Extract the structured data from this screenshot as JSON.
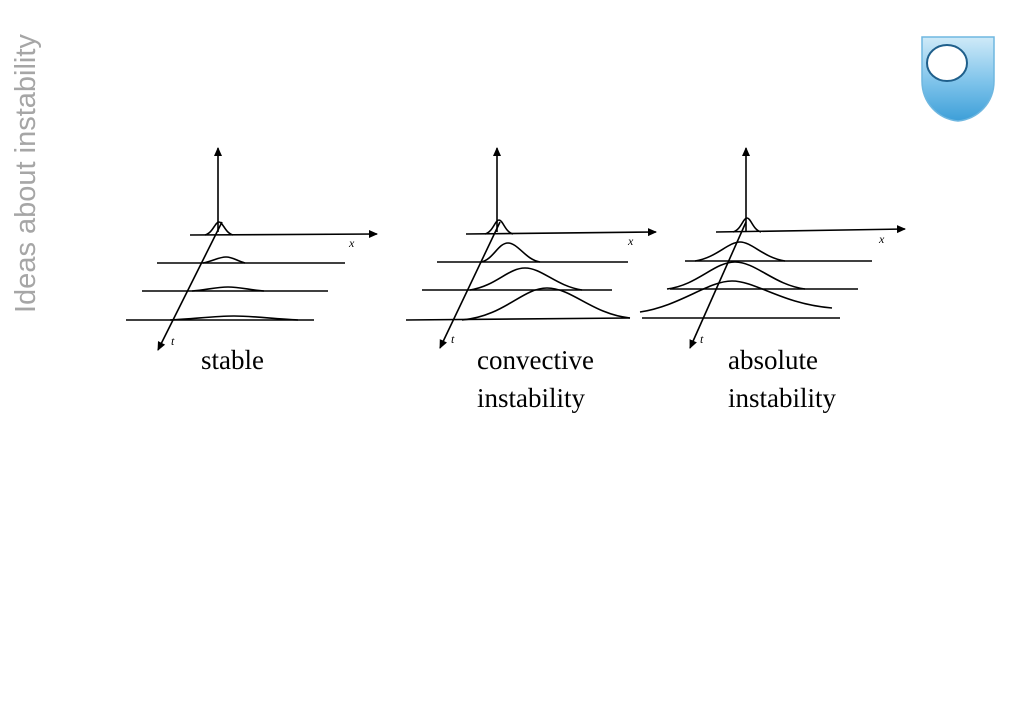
{
  "slide": {
    "title": "Ideas about instability"
  },
  "logo": {
    "icon": "open-university-shield-icon",
    "color_top": "#bfe3f6",
    "color_bottom": "#3d9fd8"
  },
  "axes": {
    "x_label": "x",
    "t_label": "t"
  },
  "panels": [
    {
      "id": "stable",
      "caption_lines": [
        "stable"
      ]
    },
    {
      "id": "convective",
      "caption_lines": [
        "convective",
        "instability"
      ]
    },
    {
      "id": "absolute",
      "caption_lines": [
        "absolute",
        "instability"
      ]
    }
  ]
}
